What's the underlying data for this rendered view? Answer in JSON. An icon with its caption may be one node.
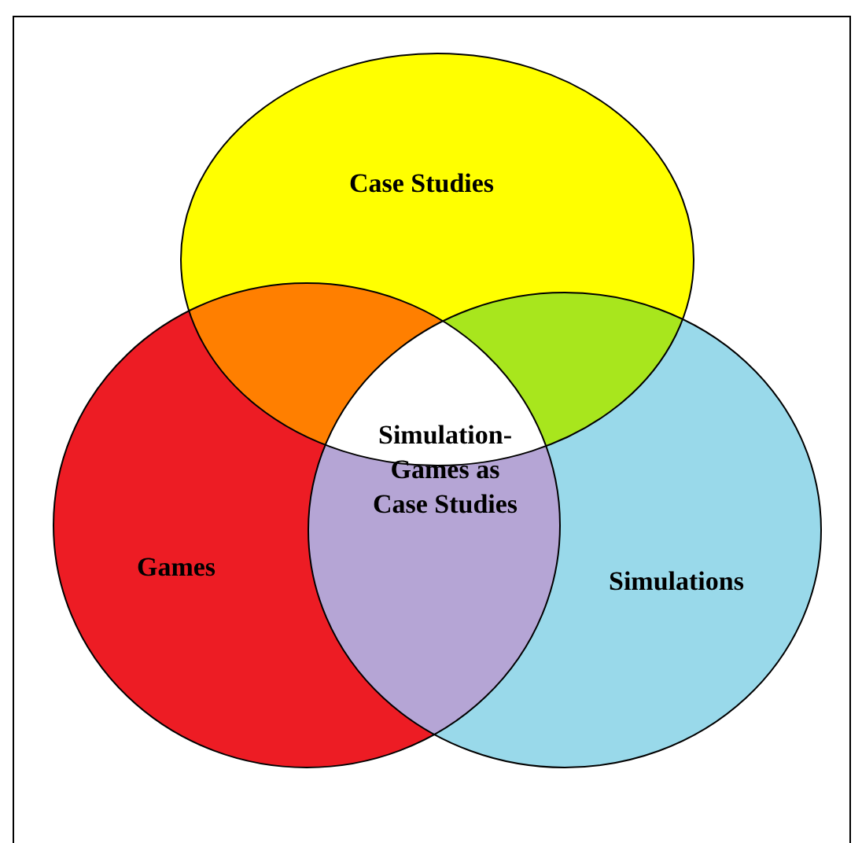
{
  "diagram": {
    "nodes": [
      {
        "text": [
          "Case Studies"
        ]
      },
      {
        "text": [
          "Games"
        ]
      },
      {
        "text": [
          "Simulations"
        ]
      },
      {
        "text": [
          "Simulation-Games as Case Studies"
        ]
      }
    ]
  }
}
